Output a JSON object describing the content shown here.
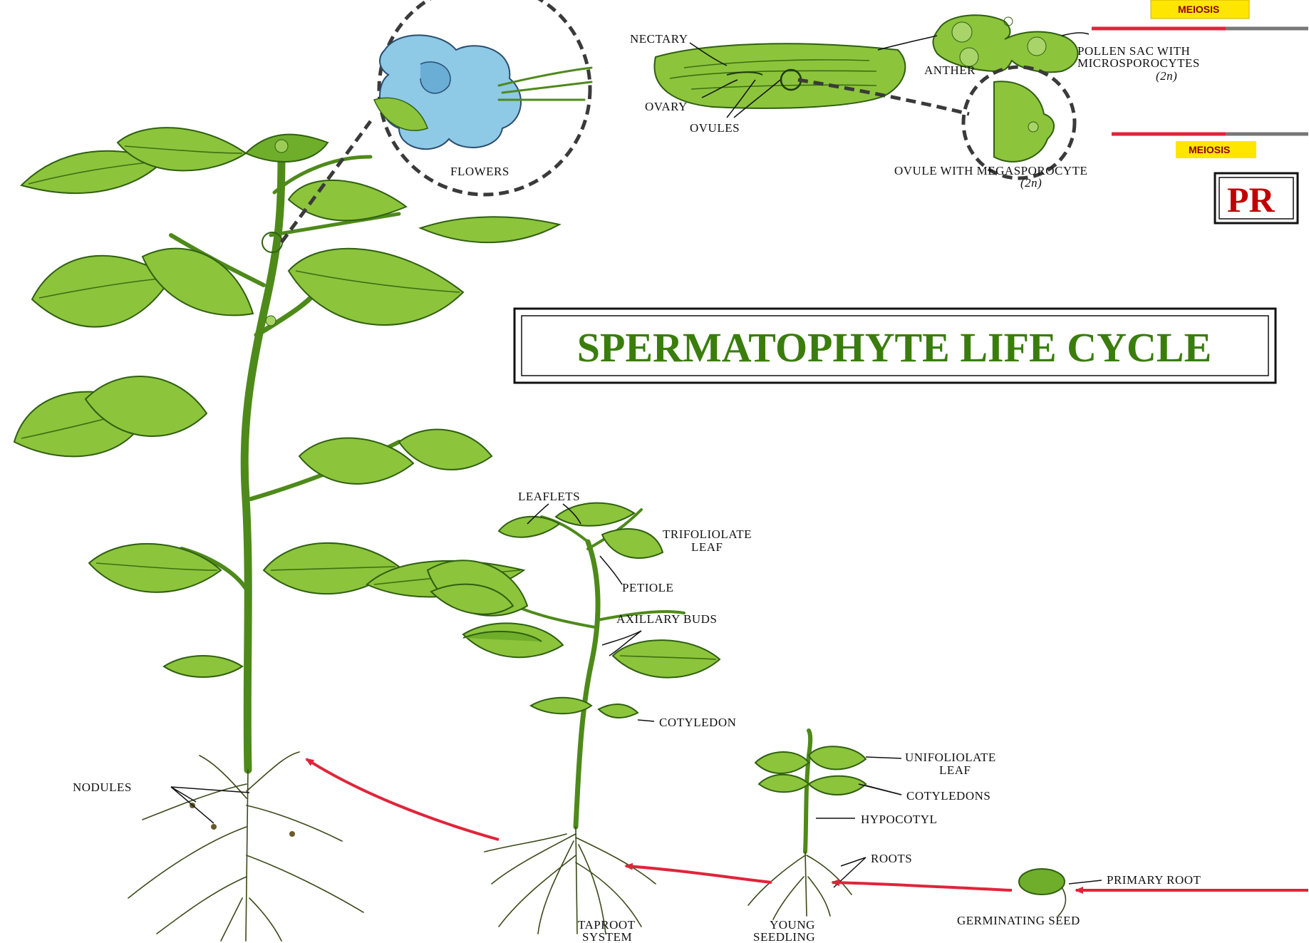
{
  "title": "SPERMATOPHYTE LIFE CYCLE",
  "logo": "PR",
  "colors": {
    "title": "#3a7d0c",
    "leaf": "#8cc43c",
    "flower": "#8ec9e6",
    "arrow": "#e0243a",
    "meiosis_badge": "#ffe600",
    "logo": "#c00000"
  },
  "labels": {
    "flowers": "FLOWERS",
    "nectary": "NECTARY",
    "ovary": "OVARY",
    "ovules": "OVULES",
    "anther": "ANTHER",
    "pollen_sac_1": "POLLEN SAC WITH",
    "pollen_sac_2": "MICROSPOROCYTES",
    "pollen_sac_ploidy": "(2n)",
    "ovule_megasporocyte": "OVULE WITH MEGASPOROCYTE",
    "ovule_ploidy": "(2n)",
    "meiosis_top": "MEIOSIS",
    "meiosis_bottom": "MEIOSIS",
    "leaflets": "LEAFLETS",
    "trifoliolate_1": "TRIFOLIOLATE",
    "trifoliolate_2": "LEAF",
    "petiole": "PETIOLE",
    "axillary_buds": "AXILLARY BUDS",
    "cotyledon": "COTYLEDON",
    "nodules": "NODULES",
    "unifoliolate_1": "UNIFOLIOLATE",
    "unifoliolate_2": "LEAF",
    "cotyledons": "COTYLEDONS",
    "hypocotyl": "HYPOCOTYL",
    "roots": "ROOTS",
    "primary_root": "PRIMARY ROOT",
    "taproot_1": "TAPROOT",
    "taproot_2": "SYSTEM",
    "young_seedling_1": "YOUNG",
    "young_seedling_2": "SEEDLING",
    "germinating_seed": "GERMINATING SEED"
  }
}
